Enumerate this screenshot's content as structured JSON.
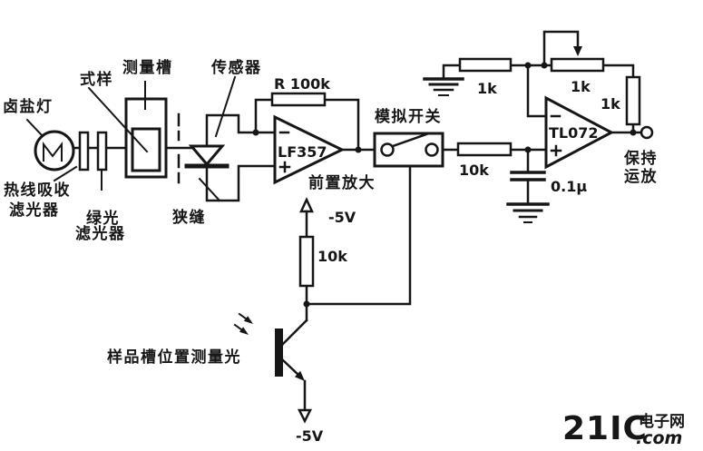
{
  "diagram": {
    "optics": {
      "lamp_label": "卤盐灯",
      "heat_filter_label_1": "热线吸收",
      "heat_filter_label_2": "滤光器",
      "green_filter_label_1": "绿光",
      "green_filter_label_2": "滤光器",
      "sample_label": "式样",
      "tank_label": "测量槽",
      "slit_label": "狭缝",
      "sensor_label": "传感器"
    },
    "preamp": {
      "feedback_resistor": "R 100k",
      "ic": "LF357",
      "minus": "-",
      "plus": "+",
      "stage_label": "前置放大",
      "supply": "-5V"
    },
    "analog_switch": {
      "label": "模拟开关"
    },
    "position_detector": {
      "pullup_resistor": "10k",
      "light_label": "样品槽位置测量光",
      "supply": "-5V"
    },
    "hold_amp": {
      "input_resistor": "10k",
      "cap": "0.1μ",
      "ground_resistor": "1k",
      "pot": "1k",
      "output_resistor": "1k",
      "ic": "TL072",
      "minus": "-",
      "plus": "+",
      "stage_label_1": "保持",
      "stage_label_2": "运放"
    }
  },
  "watermark": {
    "brand": "21IC",
    "site": "电子网",
    "dotcom": ".com"
  },
  "colors": {
    "ink": "#161616",
    "watermark_pink": "#f2a0a0",
    "watermark_violet": "#beb1d6",
    "background": "#ffffff"
  }
}
